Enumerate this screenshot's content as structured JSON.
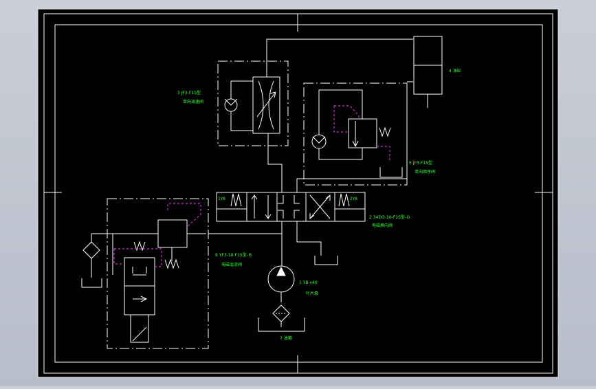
{
  "drawing": {
    "colors": {
      "background": "#000000",
      "line": "#ffffff",
      "label": "#33ff33",
      "pilot": "#cc33cc",
      "viewport": "#c3c8d2"
    },
    "labels": {
      "throttle_valve": "3 JF3-F1S型",
      "throttle_valve_name": "单向调速阀",
      "cylinder": "4 油缸",
      "back_pressure_valve": "5 JF3-F1S型",
      "back_pressure_valve_name": "单向顺序阀",
      "dir_left": "1YA",
      "dir_right": "2YA",
      "directional_valve": "2 34DO-10-F1S型-Ｄ",
      "directional_valve_name": "电磁换向阀",
      "relief_valve": "6 YF3-10-F1S型-Ｂ",
      "relief_valve_name": "电磁溢流阀",
      "pump": "1 YB-v40",
      "pump_name": "叶片泵",
      "tank": "7 油箱"
    }
  }
}
